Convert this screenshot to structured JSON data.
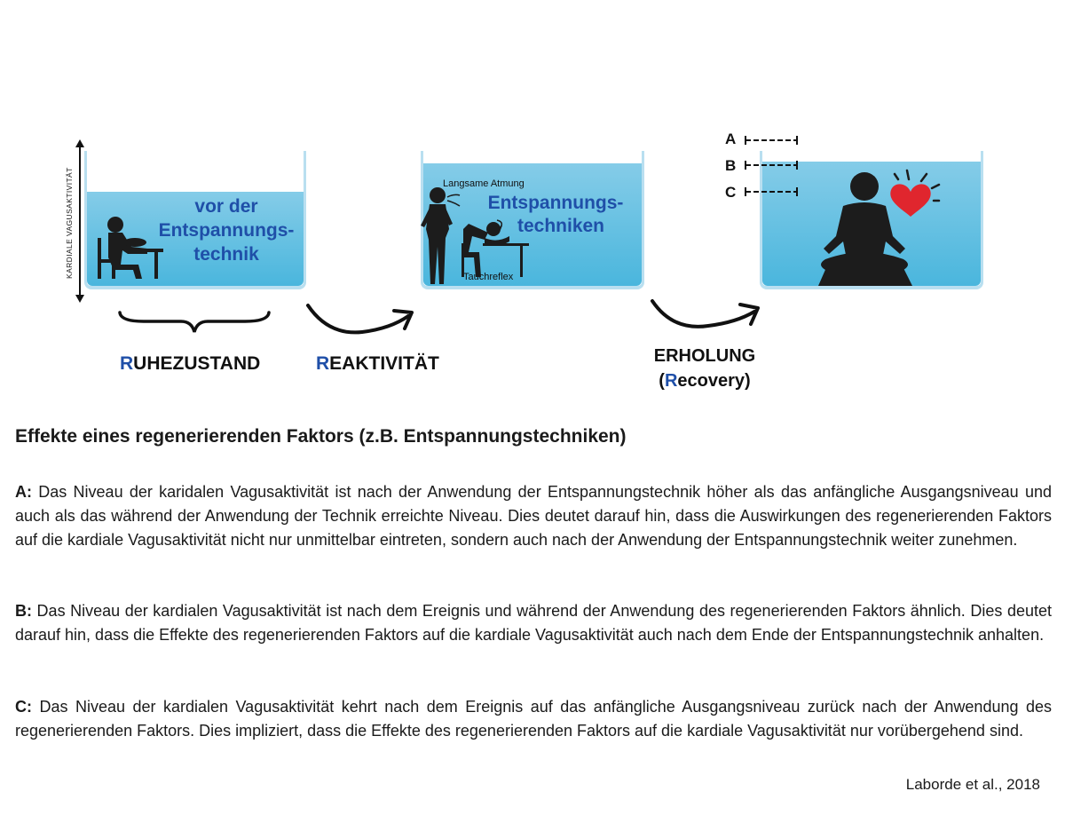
{
  "axis_label": "KARDIALE VAGUSAKTIVITÄT",
  "tanks": [
    {
      "label_lines": [
        "vor der",
        "Entspannungs-",
        "technik"
      ]
    },
    {
      "label_lines": [
        "Entspannungs-",
        "techniken"
      ],
      "top_note": "Langsame Atmung",
      "bottom_note": "Tauchreflex"
    },
    {
      "levels": [
        "A",
        "B",
        "C"
      ]
    }
  ],
  "phases": {
    "rest": {
      "initial": "R",
      "rest": "UHEZUSTAND"
    },
    "reactivity": {
      "initial": "R",
      "rest": "EAKTIVITÄT"
    },
    "recovery": {
      "line1": "ERHOLUNG",
      "open": "(",
      "initial": "R",
      "rest": "ecovery)"
    }
  },
  "heading": "Effekte eines regenerierenden Faktors (z.B. Entspannungstechniken)",
  "paragraphs": [
    {
      "key": "A:",
      "text": " Das Niveau der karidalen Vagusaktivität ist nach der Anwendung der Entspannungstechnik höher als das anfängliche Ausgangsniveau und auch als das während der Anwendung der Technik erreichte Niveau.  Dies deutet darauf hin, dass die Auswirkungen des regenerierenden Faktors auf die kardiale Vagusaktivität nicht nur unmittelbar eintreten, sondern auch nach der Anwendung der Entspannungstechnik weiter zunehmen."
    },
    {
      "key": "B:",
      "text": " Das Niveau der kardialen Vagusaktivität ist nach dem Ereignis und während der Anwendung des regenerierenden Faktors ähnlich. Dies deutet darauf hin, dass die Effekte des regenerierenden Faktors auf die kardiale Vagusaktivität auch nach dem Ende der Entspannungstechnik anhalten."
    },
    {
      "key": "C:",
      "text": " Das Niveau der kardialen Vagusaktivität kehrt nach dem Ereignis auf das anfängliche Ausgangsniveau zurück nach der Anwendung des regenerierenden Faktors. Dies impliziert, dass die Effekte des regenerierenden Faktors auf die kardiale Vagusaktivität nur vorübergehend sind."
    }
  ],
  "citation": "Laborde et al., 2018",
  "colors": {
    "water": "#4ab6dd",
    "accent_text": "#1f4fa8",
    "heart": "#e0262e",
    "figure": "#1c1c1c"
  }
}
